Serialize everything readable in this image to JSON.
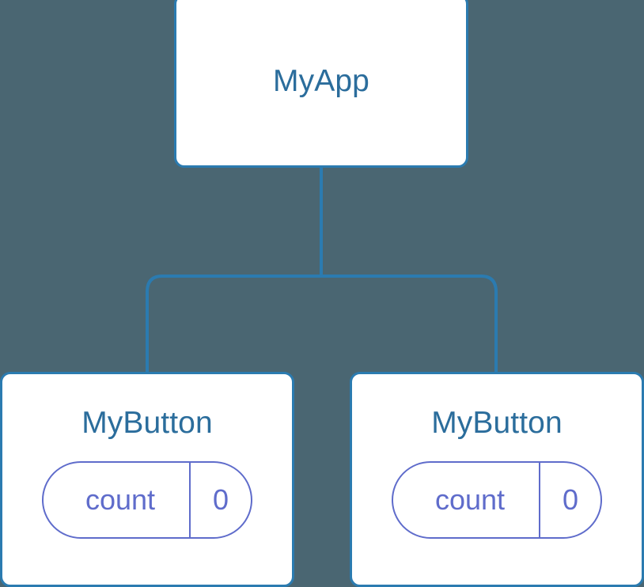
{
  "diagram": {
    "title": "component-tree",
    "background_color": "#4a6672",
    "node_border_color": "#2b7bb0",
    "node_title_color": "#2b6d9c",
    "node_fill_color": "#ffffff",
    "prop_accent_color": "#5f6ccb",
    "connector_color": "#2b7bb0"
  },
  "nodes": {
    "root": {
      "label": "MyApp",
      "props": []
    },
    "child_left": {
      "label": "MyButton",
      "props": [
        {
          "key": "count",
          "value": "0"
        }
      ]
    },
    "child_right": {
      "label": "MyButton",
      "props": [
        {
          "key": "count",
          "value": "0"
        }
      ]
    }
  }
}
